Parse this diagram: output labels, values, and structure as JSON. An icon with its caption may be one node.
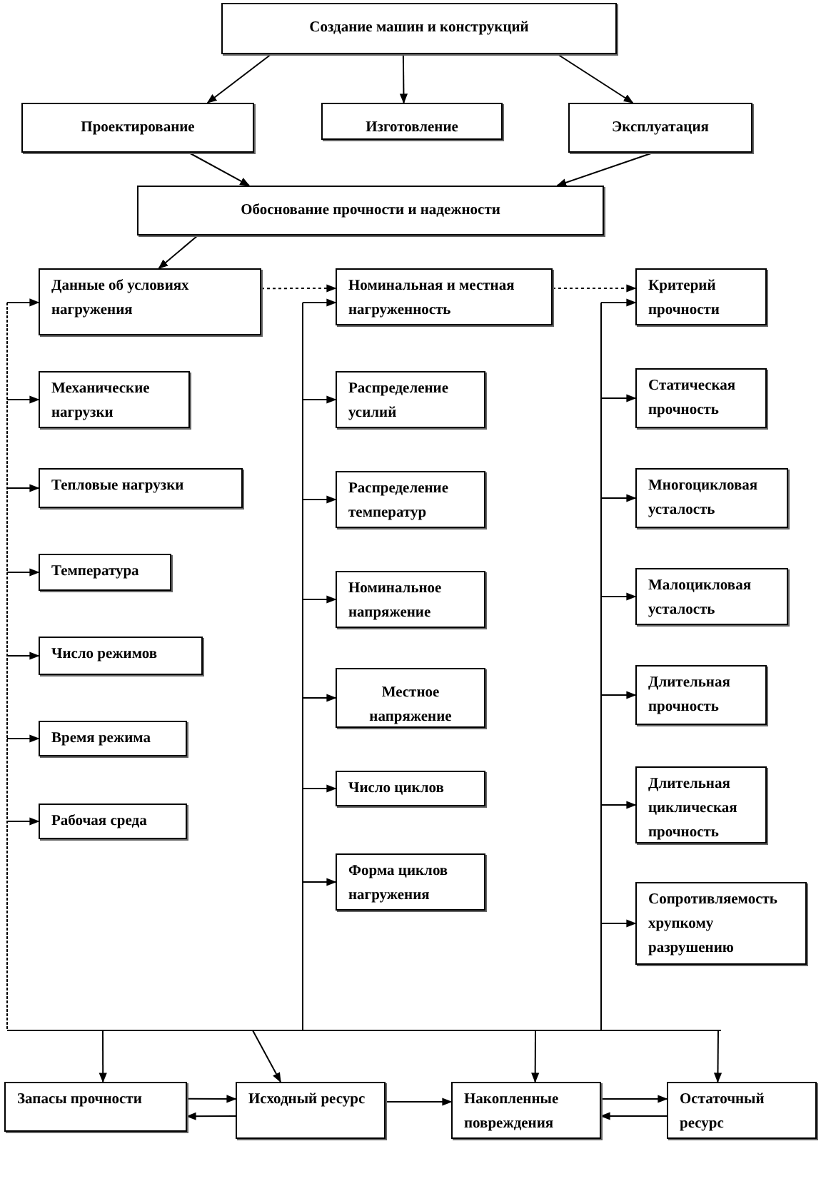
{
  "diagram": {
    "nodes": [
      {
        "text": [
          "Создание машин и конструкций"
        ]
      },
      {
        "text": [
          "Проектирование"
        ]
      },
      {
        "text": [
          "Изготовление"
        ]
      },
      {
        "text": [
          "Эксплуатация"
        ]
      },
      {
        "text": [
          "Обоснование прочности и надежности"
        ]
      },
      {
        "text": [
          "Данные об условиях нагружения"
        ]
      },
      {
        "text": [
          "Механические нагрузки"
        ]
      },
      {
        "text": [
          "Тепловые нагрузки"
        ]
      },
      {
        "text": [
          "Температура"
        ]
      },
      {
        "text": [
          "Число режимов"
        ]
      },
      {
        "text": [
          "Время режима"
        ]
      },
      {
        "text": [
          "Рабочая среда"
        ]
      },
      {
        "text": [
          "Номинальная и местная нагруженность"
        ]
      },
      {
        "text": [
          "Распределение усилий"
        ]
      },
      {
        "text": [
          "Распределение температур"
        ]
      },
      {
        "text": [
          "Номинальное напряжение"
        ]
      },
      {
        "text": [
          "Местное напряжение"
        ]
      },
      {
        "text": [
          "Число циклов"
        ]
      },
      {
        "text": [
          "Форма циклов нагружения"
        ]
      },
      {
        "text": [
          "Критерий прочности"
        ]
      },
      {
        "text": [
          "Статическая прочность"
        ]
      },
      {
        "text": [
          "Многоцикловая усталость"
        ]
      },
      {
        "text": [
          "Малоцикловая усталость"
        ]
      },
      {
        "text": [
          "Длительная прочность"
        ]
      },
      {
        "text": [
          "Длительная циклическая прочность"
        ]
      },
      {
        "text": [
          "Сопротивляемость хрупкому разрушению"
        ]
      },
      {
        "text": [
          "Запасы прочности"
        ]
      },
      {
        "text": [
          "Исходный ресурс"
        ]
      },
      {
        "text": [
          "Накопленные повреждения"
        ]
      },
      {
        "text": [
          "Остаточный ресурс"
        ]
      }
    ],
    "edges": [
      {
        "from": 0,
        "to": 1,
        "arrow": "to"
      },
      {
        "from": 0,
        "to": 2,
        "arrow": "to"
      },
      {
        "from": 0,
        "to": 3,
        "arrow": "to"
      },
      {
        "from": 1,
        "to": 4,
        "arrow": "to"
      },
      {
        "from": 3,
        "to": 4,
        "arrow": "to"
      },
      {
        "from": 4,
        "to": 5,
        "arrow": "to"
      },
      {
        "from": 5,
        "to": 12,
        "arrow": "to",
        "style": "dashed"
      },
      {
        "from": 12,
        "to": 19,
        "arrow": "to",
        "style": "dashed"
      },
      {
        "from": null,
        "to": 5,
        "arrow": "to"
      },
      {
        "from": null,
        "to": 6,
        "arrow": "to"
      },
      {
        "from": null,
        "to": 7,
        "arrow": "to"
      },
      {
        "from": null,
        "to": 8,
        "arrow": "to"
      },
      {
        "from": null,
        "to": 9,
        "arrow": "to"
      },
      {
        "from": null,
        "to": 10,
        "arrow": "to"
      },
      {
        "from": null,
        "to": 11,
        "arrow": "to"
      },
      {
        "from": null,
        "to": 12,
        "arrow": "to"
      },
      {
        "from": null,
        "to": 13,
        "arrow": "to"
      },
      {
        "from": null,
        "to": 14,
        "arrow": "to"
      },
      {
        "from": null,
        "to": 15,
        "arrow": "to"
      },
      {
        "from": null,
        "to": 16,
        "arrow": "to"
      },
      {
        "from": null,
        "to": 17,
        "arrow": "to"
      },
      {
        "from": null,
        "to": 18,
        "arrow": "to"
      },
      {
        "from": null,
        "to": 19,
        "arrow": "to"
      },
      {
        "from": null,
        "to": 20,
        "arrow": "to"
      },
      {
        "from": null,
        "to": 21,
        "arrow": "to"
      },
      {
        "from": null,
        "to": 22,
        "arrow": "to"
      },
      {
        "from": null,
        "to": 23,
        "arrow": "to"
      },
      {
        "from": null,
        "to": 24,
        "arrow": "to"
      },
      {
        "from": null,
        "to": 25,
        "arrow": "to"
      },
      {
        "from": null,
        "to": 26,
        "arrow": "to"
      },
      {
        "from": null,
        "to": 27,
        "arrow": "to"
      },
      {
        "from": null,
        "to": 28,
        "arrow": "to"
      },
      {
        "from": null,
        "to": 29,
        "arrow": "to"
      },
      {
        "from": 26,
        "to": 27,
        "arrow": "to"
      },
      {
        "from": 27,
        "to": 26,
        "arrow": "to"
      },
      {
        "from": 27,
        "to": 28,
        "arrow": "to"
      },
      {
        "from": 28,
        "to": 29,
        "arrow": "to"
      },
      {
        "from": 29,
        "to": 28,
        "arrow": "to"
      }
    ]
  }
}
